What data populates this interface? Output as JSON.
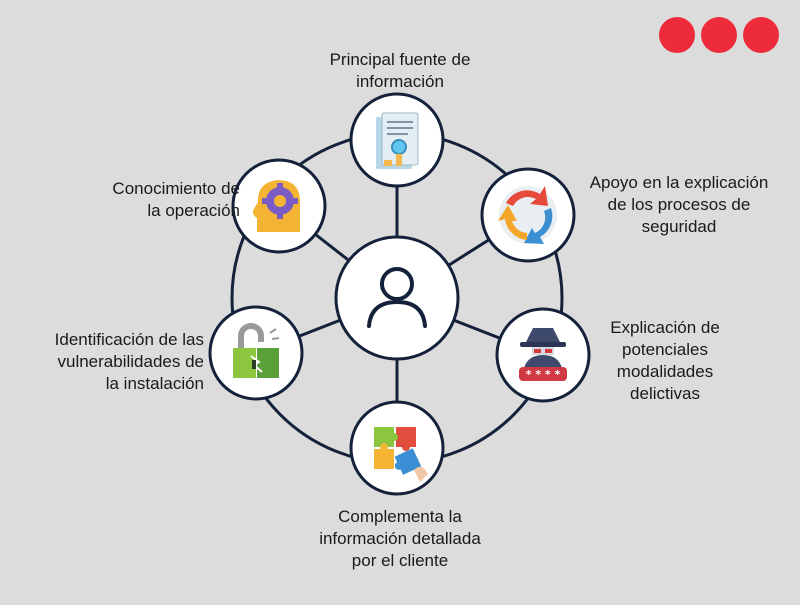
{
  "brand": {
    "dot_color": "#ee2b3b",
    "dot_count": 3
  },
  "center": {
    "icon": "user-icon"
  },
  "nodes": [
    {
      "id": "top",
      "label": "Principal fuente de\ninformación",
      "icon": "document-search-icon"
    },
    {
      "id": "top-right",
      "label": "Apoyo en la explicación\nde los procesos de\nseguridad",
      "icon": "refresh-cycle-icon"
    },
    {
      "id": "bottom-right",
      "label": "Explicación de\npotenciales\nmodalidades\ndelictivas",
      "icon": "hacker-icon"
    },
    {
      "id": "bottom",
      "label": "Complementa la\ninformación detallada\npor el cliente",
      "icon": "puzzle-icon"
    },
    {
      "id": "bottom-left",
      "label": "Identificación de las\nvulnerabilidades de\nla instalación",
      "icon": "broken-lock-icon"
    },
    {
      "id": "top-left",
      "label": "Conocimiento de\nla operación",
      "icon": "head-gear-icon"
    }
  ],
  "colors": {
    "background": "#dcdcdc",
    "stroke": "#14213a",
    "node_fill": "#ffffff"
  }
}
